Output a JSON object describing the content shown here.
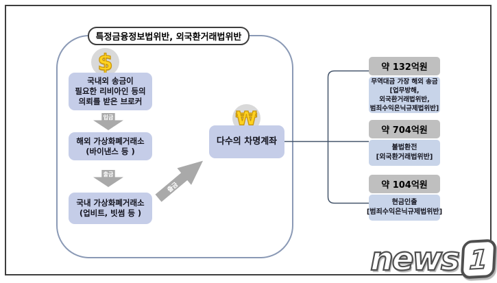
{
  "colors": {
    "flow_box_fill": "#c5cde8",
    "result_body_fill": "#c8d4e9",
    "result_header_fill": "#bfbfbf",
    "arrow_gray": "#a9a9a9",
    "icon_circle_gray": "#d9d9d9",
    "gold": "#ffd21f",
    "connector_line": "#44546a",
    "frame_border": "#3d3d3d",
    "container_border": "#8a99b5"
  },
  "header": {
    "title": "특정금융정보법위반, 외국환거래법위반"
  },
  "flow": {
    "dollar_icon": "$",
    "won_icon": "₩",
    "boxes": [
      {
        "lines": [
          "국내외 송금이",
          "필요한 리비아인 등의",
          "의뢰를 받은 브로커"
        ]
      },
      {
        "lines": [
          "해외 가상화폐거래소",
          "(바이낸스 등 )"
        ]
      },
      {
        "lines": [
          "국내 가상화폐거래소",
          "(업비트, 빗썸 등 )"
        ]
      }
    ],
    "arrows": [
      {
        "label": "입금"
      },
      {
        "label": "출금"
      },
      {
        "label": "출금"
      }
    ],
    "account_box": {
      "label": "다수의 차명계좌"
    }
  },
  "results": [
    {
      "amount": "약 132억원",
      "lines": [
        "무역대금 가장 해외 송금",
        "[업무방해,",
        "외국환거래법위반,",
        "범죄수익은닉규제법위반]"
      ]
    },
    {
      "amount": "약 704억원",
      "lines": [
        "불법환전",
        "[외국환거래법위반]"
      ]
    },
    {
      "amount": "약 104억원",
      "lines": [
        "현금인출",
        "[범죄수익은닉규제법위반]"
      ]
    }
  ],
  "watermark": {
    "news": "news",
    "one": "1"
  }
}
